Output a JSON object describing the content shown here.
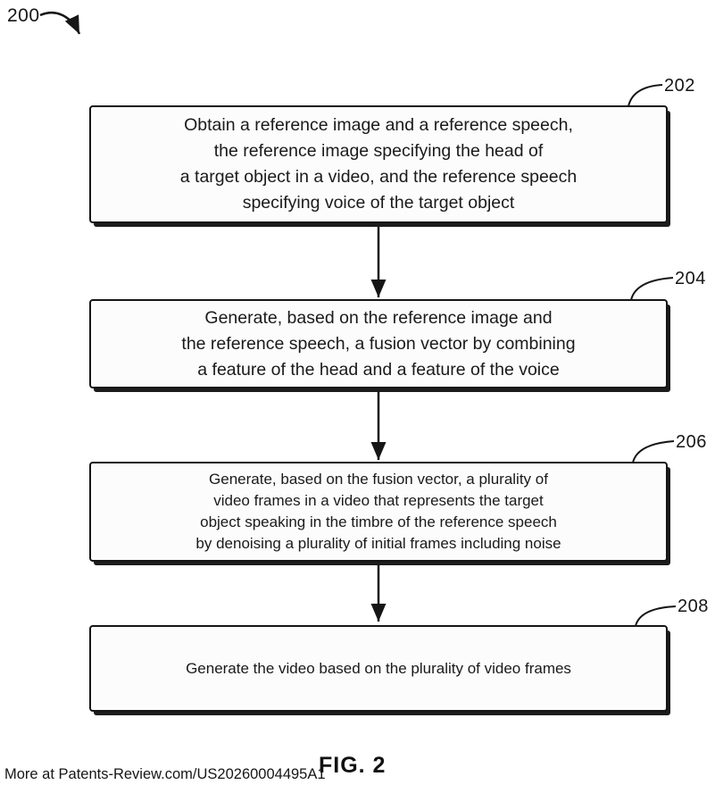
{
  "page": {
    "background": "#ffffff",
    "ink_color": "#1a1a1a",
    "box_fill": "#fcfcfc"
  },
  "figure": {
    "diagram_ref": "200",
    "caption": "FIG. 2",
    "attribution": "More at Patents-Review.com/US20260004495A1"
  },
  "flowchart": {
    "steps": [
      {
        "ref": "202",
        "lines": [
          "Obtain a reference image and a reference speech,",
          "the reference image specifying the head of",
          "a target object in a video, and the reference speech",
          "specifying voice of the target object"
        ]
      },
      {
        "ref": "204",
        "lines": [
          "Generate, based on the reference image and",
          "the reference speech, a fusion vector by combining",
          "a feature of the head and a feature of the voice"
        ]
      },
      {
        "ref": "206",
        "lines": [
          "Generate, based on the fusion vector, a plurality of",
          "video frames in a video that represents the target",
          "object speaking in the timbre of the reference speech",
          "by denoising a plurality of initial frames including noise"
        ]
      },
      {
        "ref": "208",
        "lines": [
          "Generate the video based on the plurality of video frames"
        ]
      }
    ]
  }
}
